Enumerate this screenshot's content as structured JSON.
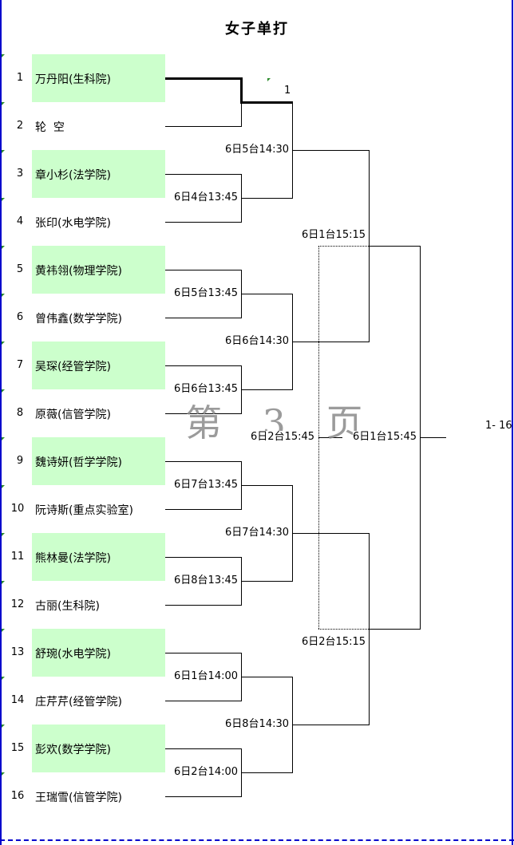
{
  "title": "女子单打",
  "page_mark": "第 3 页",
  "range_label": "1- 16",
  "winner_mark": "1",
  "players": [
    {
      "seed": "1",
      "name": "万丹阳(生科院)"
    },
    {
      "seed": "2",
      "name": "轮  空"
    },
    {
      "seed": "3",
      "name": "章小杉(法学院)"
    },
    {
      "seed": "4",
      "name": "张印(水电学院)"
    },
    {
      "seed": "5",
      "name": "黄祎翎(物理学院)"
    },
    {
      "seed": "6",
      "name": "曾伟鑫(数学学院)"
    },
    {
      "seed": "7",
      "name": "吴琛(经管学院)"
    },
    {
      "seed": "8",
      "name": "原薇(信管学院)"
    },
    {
      "seed": "9",
      "name": "魏诗妍(哲学学院)"
    },
    {
      "seed": "10",
      "name": "阮诗斯(重点实验室)"
    },
    {
      "seed": "11",
      "name": "熊林曼(法学院)"
    },
    {
      "seed": "12",
      "name": "古丽(生科院)"
    },
    {
      "seed": "13",
      "name": "舒琬(水电学院)"
    },
    {
      "seed": "14",
      "name": "庄芹芹(经管学院)"
    },
    {
      "seed": "15",
      "name": "彭欢(数学学院)"
    },
    {
      "seed": "16",
      "name": "王瑞雪(信管学院)"
    }
  ],
  "round1": [
    "6日4台13:45",
    "6日5台13:45",
    "6日6台13:45",
    "6日7台13:45",
    "6日8台13:45",
    "6日1台14:00",
    "6日2台14:00"
  ],
  "round2": [
    "6日5台14:30",
    "6日6台14:30",
    "6日7台14:30",
    "6日8台14:30"
  ],
  "semis": [
    "6日1台15:15",
    "6日2台15:15"
  ],
  "final_left": "6日2台15:45",
  "final_right": "6日1台15:45"
}
